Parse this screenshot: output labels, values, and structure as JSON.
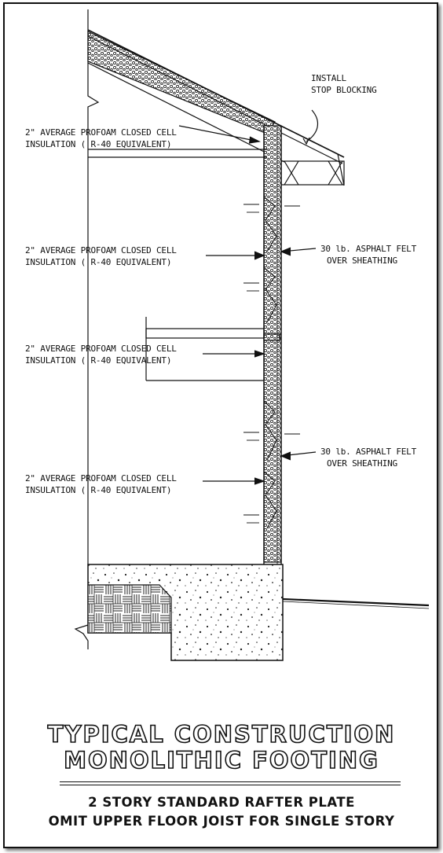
{
  "callouts": {
    "stop_blocking": [
      "INSTALL",
      "STOP BLOCKING"
    ],
    "insulation_1": [
      "2\" AVERAGE PROFOAM CLOSED CELL",
      "INSULATION ( R-40 EQUIVALENT)"
    ],
    "insulation_2": [
      "2\" AVERAGE PROFOAM CLOSED CELL",
      "INSULATION ( R-40 EQUIVALENT)"
    ],
    "insulation_3": [
      "2\" AVERAGE PROFOAM CLOSED CELL",
      "INSULATION ( R-40 EQUIVALENT)"
    ],
    "insulation_4": [
      "2\" AVERAGE PROFOAM CLOSED CELL",
      "INSULATION ( R-40 EQUIVALENT)"
    ],
    "felt_1": [
      "30 lb. ASPHALT FELT",
      "OVER SHEATHING"
    ],
    "felt_2": [
      "30 lb. ASPHALT FELT",
      "OVER SHEATHING"
    ]
  },
  "title": {
    "line1": "TYPICAL CONSTRUCTION",
    "line2": "MONOLITHIC FOOTING",
    "sub1": "2 STORY STANDARD RAFTER PLATE",
    "sub2": "OMIT UPPER FLOOR JOIST FOR SINGLE STORY"
  },
  "colors": {
    "ink": "#111111",
    "paper": "#ffffff"
  }
}
